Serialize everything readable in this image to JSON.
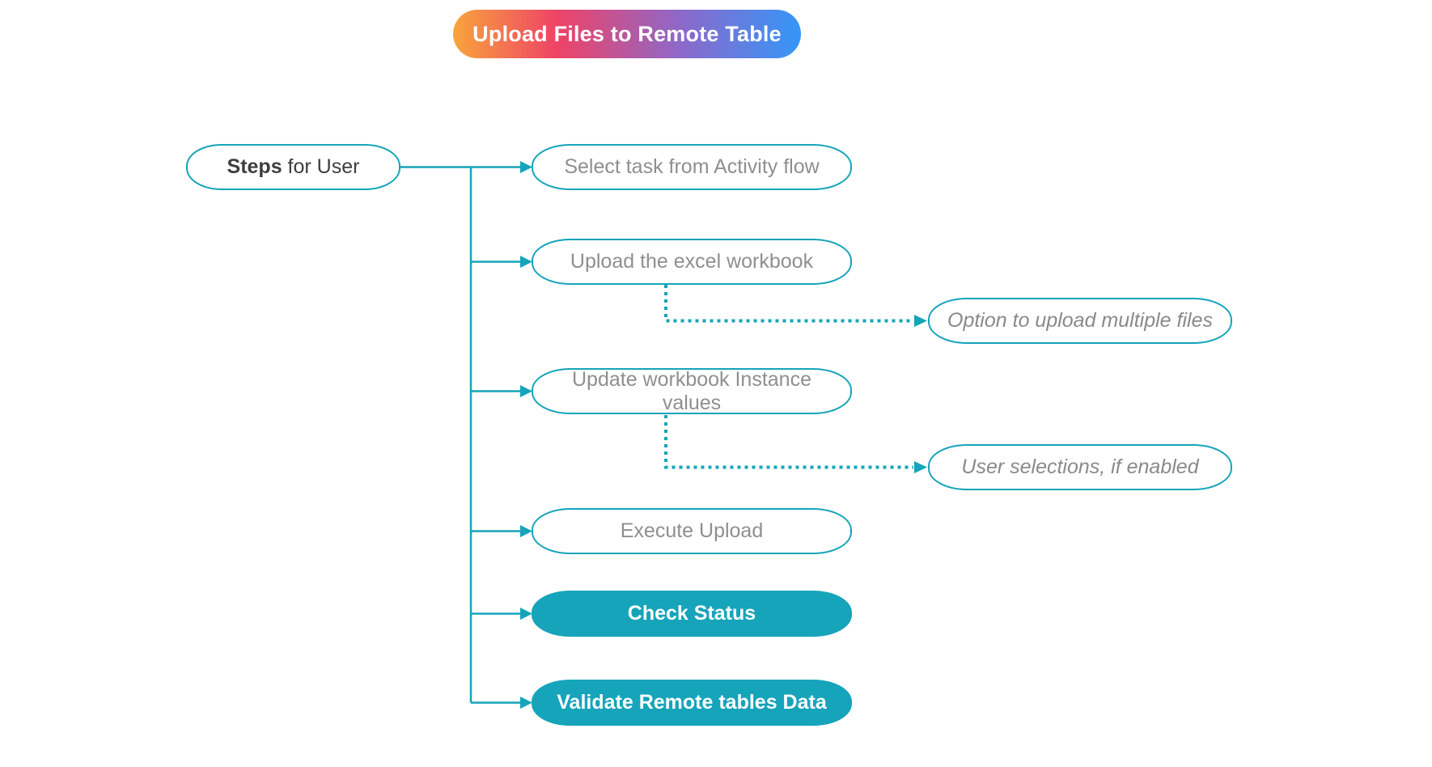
{
  "title": {
    "label": "Upload Files to Remote Table",
    "gradient": [
      "#f8a43c",
      "#ee4366",
      "#8e68c9",
      "#3496f8"
    ]
  },
  "colors": {
    "teal": "#16a4ba",
    "node_text": "#8f8f8f",
    "root_text": "#3e3e3e",
    "filled_text": "#ffffff",
    "background": "#ffffff"
  },
  "root": {
    "label_bold": "Steps",
    "label_rest": " for User"
  },
  "steps": [
    {
      "label": "Select task from Activity flow",
      "style": "outline"
    },
    {
      "label": "Upload the excel workbook",
      "style": "outline"
    },
    {
      "label": "Update workbook Instance\nvalues",
      "style": "outline"
    },
    {
      "label": "Execute Upload",
      "style": "outline"
    },
    {
      "label": "Check Status",
      "style": "filled"
    },
    {
      "label": "Validate Remote tables Data",
      "style": "filled"
    }
  ],
  "notes": [
    {
      "label": "Option to upload multiple files"
    },
    {
      "label": "User selections, if enabled"
    }
  ]
}
